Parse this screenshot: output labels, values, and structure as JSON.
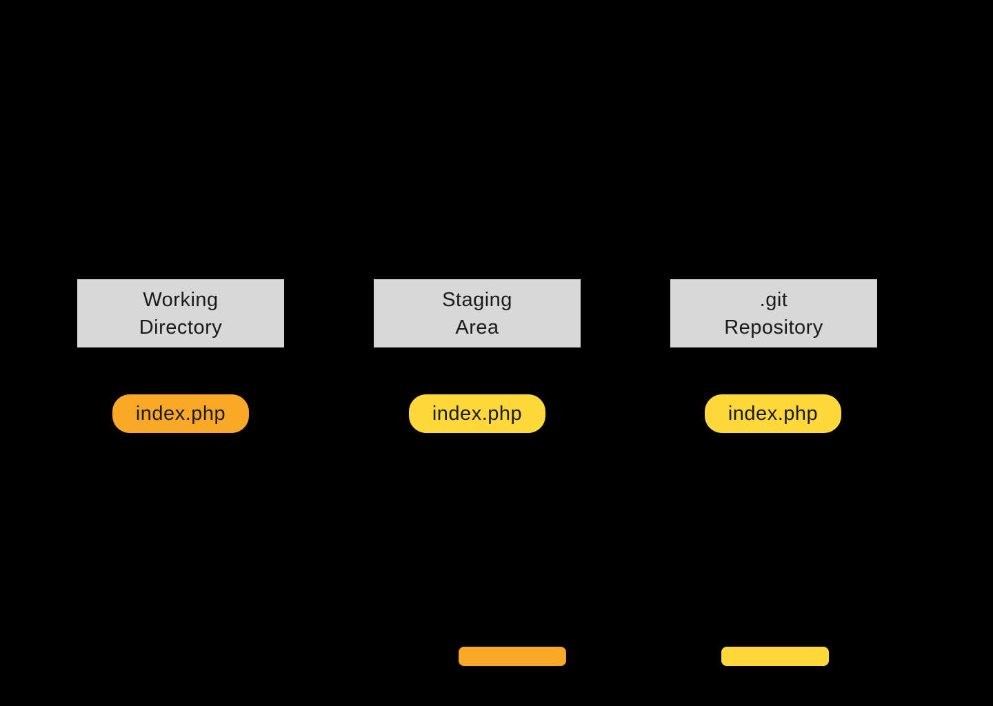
{
  "background": "#000000",
  "colors": {
    "header_box_bg": "#D8D8D8",
    "text": "#1A1A1A",
    "orange": "#F9A828",
    "yellow": "#FFD93B"
  },
  "columns": [
    {
      "title": "Working\nDirectory",
      "file": {
        "label": "index.php",
        "color": "#F9A828"
      }
    },
    {
      "title": "Staging\nArea",
      "file": {
        "label": "index.php",
        "color": "#FFD93B"
      }
    },
    {
      "title": ".git\nRepository",
      "file": {
        "label": "index.php",
        "color": "#FFD93B"
      }
    }
  ],
  "legend": [
    {
      "name": "orange-swatch",
      "color": "#F9A828"
    },
    {
      "name": "yellow-swatch",
      "color": "#FFD93B"
    }
  ]
}
